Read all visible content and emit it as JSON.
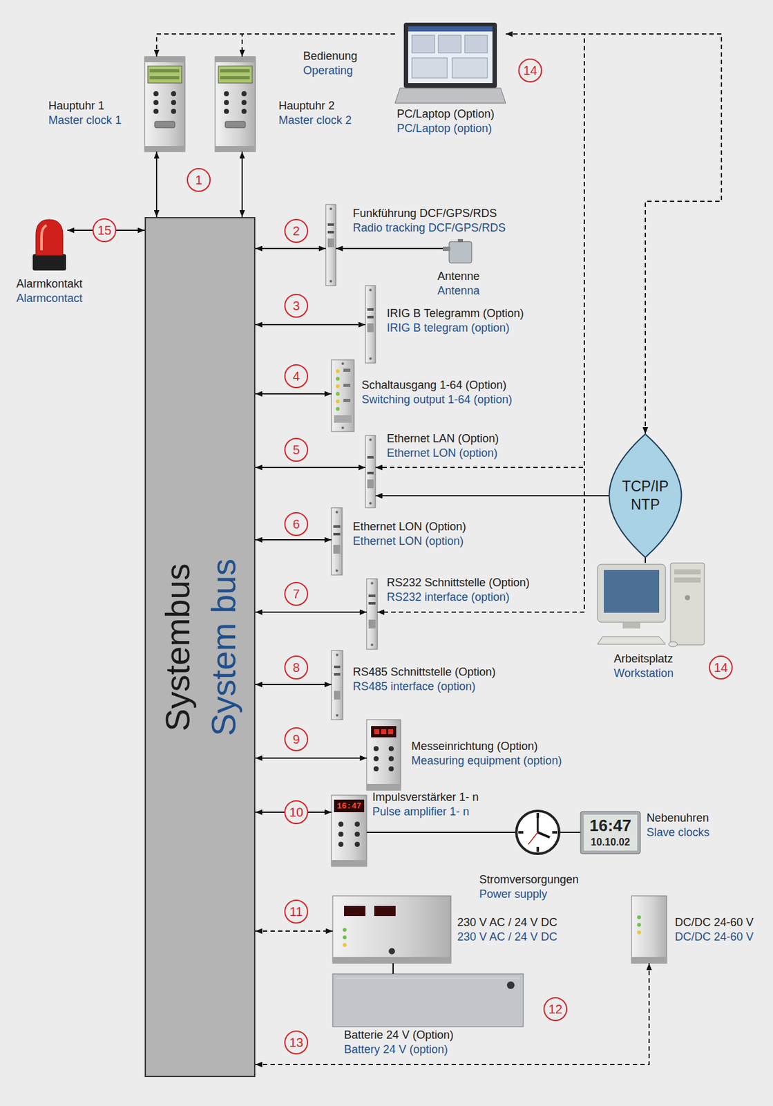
{
  "diagram": {
    "nodes": [
      {
        "text": [
          "Systembus",
          "System bus"
        ]
      },
      {
        "text": [
          "Hauptuhr 1",
          "Master clock 1"
        ]
      },
      {
        "text": [
          "Hauptuhr 2",
          "Master clock 2"
        ]
      },
      {
        "text": [
          "PC/Laptop (Option)",
          "PC/Laptop (option)"
        ]
      },
      {
        "text": [
          "Alarmkontakt",
          "Alarmcontact"
        ]
      },
      {
        "text": [
          "Funkführung DCF/GPS/RDS",
          "Radio tracking DCF/GPS/RDS"
        ]
      },
      {
        "text": [
          "Antenne",
          "Antenna"
        ]
      },
      {
        "text": [
          "IRIG B Telegramm (Option)",
          "IRIG B telegram (option)"
        ]
      },
      {
        "text": [
          "Schaltausgang 1-64 (Option)",
          "Switching output 1-64 (option)"
        ]
      },
      {
        "text": [
          "Ethernet LAN (Option)",
          "Ethernet LON (option)"
        ]
      },
      {
        "text": [
          "TCP/IP NTP"
        ]
      },
      {
        "text": [
          "Ethernet LON (Option)",
          "Ethernet LON (option)"
        ]
      },
      {
        "text": [
          "RS232 Schnittstelle (Option)",
          "RS232 interface (option)"
        ]
      },
      {
        "text": [
          "Arbeitsplatz",
          "Workstation"
        ]
      },
      {
        "text": [
          "RS485 Schnittstelle (Option)",
          "RS485 interface (option)"
        ]
      },
      {
        "text": [
          "Messeinrichtung (Option)",
          "Measuring equipment (option)"
        ]
      },
      {
        "text": [
          "Impulsverstärker 1- n",
          "Pulse amplifier 1- n"
        ]
      },
      {
        "text": [
          "Nebenuhren",
          "Slave clocks"
        ]
      },
      {
        "text": [
          "230 V AC / 24 V DC",
          "230 V AC / 24 V DC"
        ]
      },
      {
        "text": [
          "Batterie 24 V (Option)",
          "Battery 24 V (option)"
        ]
      },
      {
        "text": [
          "DC/DC 24-60 V",
          "DC/DC 24-60 V"
        ]
      }
    ],
    "edges": [
      {
        "from": 1,
        "to": 0,
        "arrow": "both"
      },
      {
        "from": 2,
        "to": 0,
        "arrow": "both"
      },
      {
        "from": 3,
        "to": 1,
        "arrow": "to"
      },
      {
        "from": 3,
        "to": 2,
        "arrow": "to"
      },
      {
        "from": 4,
        "to": 0,
        "arrow": "both"
      },
      {
        "from": 0,
        "to": 5,
        "arrow": "both"
      },
      {
        "from": 6,
        "to": 5,
        "arrow": "to"
      },
      {
        "from": 0,
        "to": 7,
        "arrow": "both"
      },
      {
        "from": 0,
        "to": 8,
        "arrow": "both"
      },
      {
        "from": 0,
        "to": 9,
        "arrow": "both"
      },
      {
        "from": 3,
        "to": 9,
        "arrow": "to"
      },
      {
        "from": 10,
        "to": 9,
        "arrow": "to"
      },
      {
        "from": 3,
        "to": 10,
        "arrow": "both"
      },
      {
        "from": 0,
        "to": 11,
        "arrow": "both"
      },
      {
        "from": 0,
        "to": 12,
        "arrow": "both"
      },
      {
        "from": 3,
        "to": 12,
        "arrow": "to"
      },
      {
        "from": 10,
        "to": 13,
        "arrow": "none"
      },
      {
        "from": 0,
        "to": 14,
        "arrow": "both"
      },
      {
        "from": 0,
        "to": 15,
        "arrow": "both"
      },
      {
        "from": 0,
        "to": 16,
        "arrow": "both"
      },
      {
        "from": 16,
        "to": 17,
        "arrow": "none"
      },
      {
        "from": 0,
        "to": 18,
        "arrow": "both"
      },
      {
        "from": 18,
        "to": 19,
        "arrow": "none"
      },
      {
        "from": 0,
        "to": 20,
        "arrow": "both"
      }
    ],
    "labels": [
      "Bedienung",
      "Operating",
      "14",
      "1",
      "15",
      "2",
      "3",
      "4",
      "5",
      "6",
      "7",
      "14",
      "8",
      "9",
      "16:47",
      "10",
      "16:47",
      "10.10.02",
      "Stromversorgungen",
      "Power supply",
      "11",
      "12",
      "13"
    ]
  }
}
